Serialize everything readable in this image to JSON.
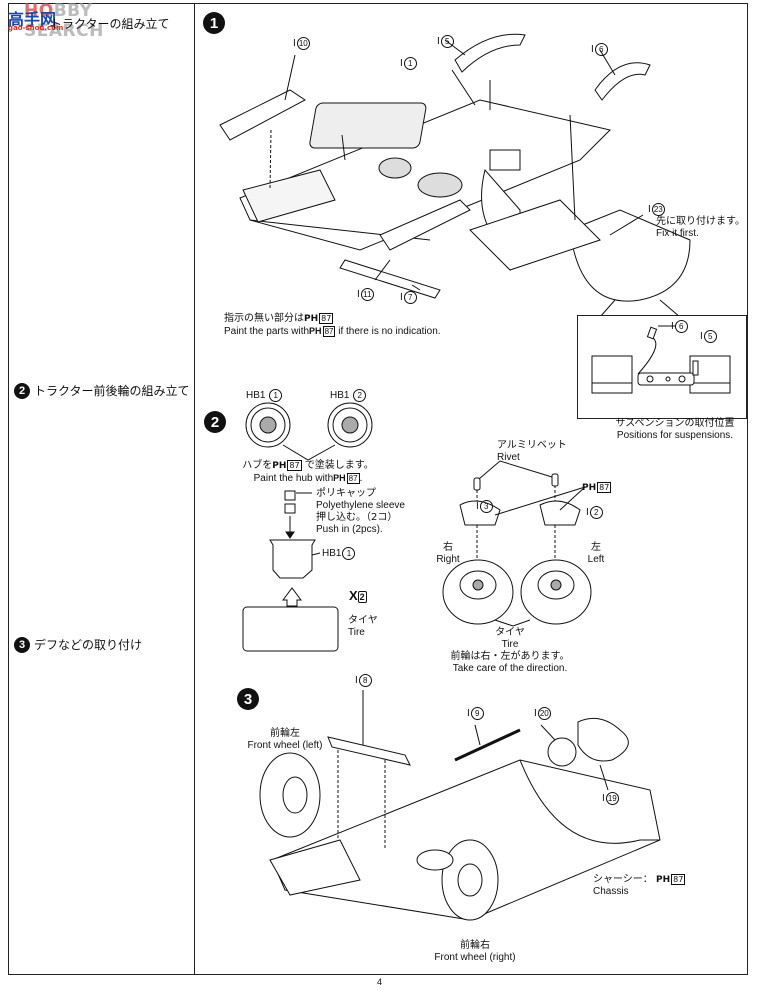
{
  "watermark": {
    "brand": "HOBBY SEARCH",
    "brand_red": "HO",
    "brand_grey": "BBY SEARCH",
    "chinese": "高手网",
    "url": "gao-shou.com"
  },
  "sidebar": {
    "steps": [
      {
        "number": "1",
        "title": "トラクターの組み立て"
      },
      {
        "number": "2",
        "title": "トラクター前後輪の組み立て"
      },
      {
        "number": "3",
        "title": "デフなどの取り付け"
      }
    ]
  },
  "step1": {
    "number": "1",
    "parts": [
      "I⑩",
      "I⑤",
      "I①",
      "I⑥",
      "I㉓",
      "I⑪",
      "I⑦"
    ],
    "part_labels": {
      "i10": {
        "prefix": "I",
        "num": "10"
      },
      "i5": {
        "prefix": "I",
        "num": "5"
      },
      "i1": {
        "prefix": "I",
        "num": "1"
      },
      "i6": {
        "prefix": "I",
        "num": "6"
      },
      "i23": {
        "prefix": "I",
        "num": "23"
      },
      "i11": {
        "prefix": "I",
        "num": "11"
      },
      "i7": {
        "prefix": "I",
        "num": "7"
      }
    },
    "fix_first_jp": "先に取り付けます。",
    "fix_first_en": "Fix it first.",
    "paint_note_jp": "指示の無い部分は",
    "paint_note_en_pre": "Paint the parts with",
    "paint_note_en_post": "if there is no indication.",
    "paint_code": "PH",
    "paint_number": "87",
    "inset": {
      "part_a": {
        "prefix": "I",
        "num": "6"
      },
      "part_b": {
        "prefix": "I",
        "num": "5"
      },
      "caption_jp": "サスペンションの取付位置",
      "caption_en": "Positions for suspensions."
    }
  },
  "step2": {
    "number": "2",
    "hub1": {
      "prefix": "HB1",
      "num": "1"
    },
    "hub2": {
      "prefix": "HB1",
      "num": "2"
    },
    "hub_note_jp_pre": "ハブを",
    "hub_note_jp_post": "で塗装します。",
    "hub_note_en": "Paint the hub with",
    "paint_code": "PH",
    "paint_number": "87",
    "polycap_jp": "ポリキャップ",
    "polycap_en": "Polyethylene sleeve",
    "push_jp": "押し込む。（2コ）",
    "push_en": "Push in (2pcs).",
    "hub_part": {
      "prefix": "HB1",
      "num": "1"
    },
    "multiplier": "X",
    "multiplier_count": "2",
    "tire_jp": "タイヤ",
    "tire_en": "Tire",
    "rivet_jp": "アルミリベット",
    "rivet_en": "Rivet",
    "part_i3": {
      "prefix": "I",
      "num": "3"
    },
    "part_i2": {
      "prefix": "I",
      "num": "2"
    },
    "right_jp": "右",
    "right_en": "Right",
    "left_jp": "左",
    "left_en": "Left",
    "tire2_jp": "タイヤ",
    "tire2_en": "Tire",
    "direction_jp": "前輪は右・左があります。",
    "direction_en": "Take care of the direction."
  },
  "step3": {
    "number": "3",
    "part_i8": {
      "prefix": "I",
      "num": "8"
    },
    "part_i9": {
      "prefix": "I",
      "num": "9"
    },
    "part_i20": {
      "prefix": "I",
      "num": "20"
    },
    "part_i19": {
      "prefix": "I",
      "num": "19"
    },
    "front_left_jp": "前輪左",
    "front_left_en": "Front wheel (left)",
    "front_right_jp": "前輪右",
    "front_right_en": "Front wheel (right)",
    "chassis_jp": "シャーシー：",
    "chassis_en": "Chassis",
    "paint_code": "PH",
    "paint_number": "87"
  },
  "footer": {
    "page_number": "4"
  }
}
